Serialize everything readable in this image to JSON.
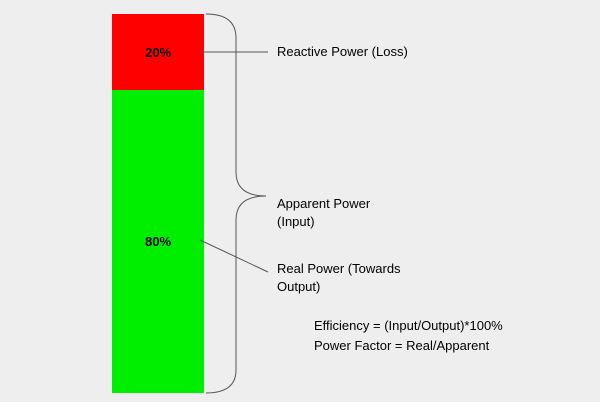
{
  "bar": {
    "reactive": {
      "label": "20%",
      "fraction": 0.2,
      "color": "#ff0000"
    },
    "real": {
      "label": "80%",
      "fraction": 0.8,
      "color": "#00ee00"
    }
  },
  "labels": {
    "reactive_power": "Reactive Power (Loss)",
    "apparent_power_line1": "Apparent Power",
    "apparent_power_line2": "(Input)",
    "real_power_line1": "Real Power (Towards",
    "real_power_line2": "Output)",
    "efficiency_formula": "Efficiency = (Input/Output)*100%",
    "power_factor_formula": "Power Factor = Real/Apparent"
  },
  "colors": {
    "background": "#eeeeee",
    "lines": "#555555"
  }
}
